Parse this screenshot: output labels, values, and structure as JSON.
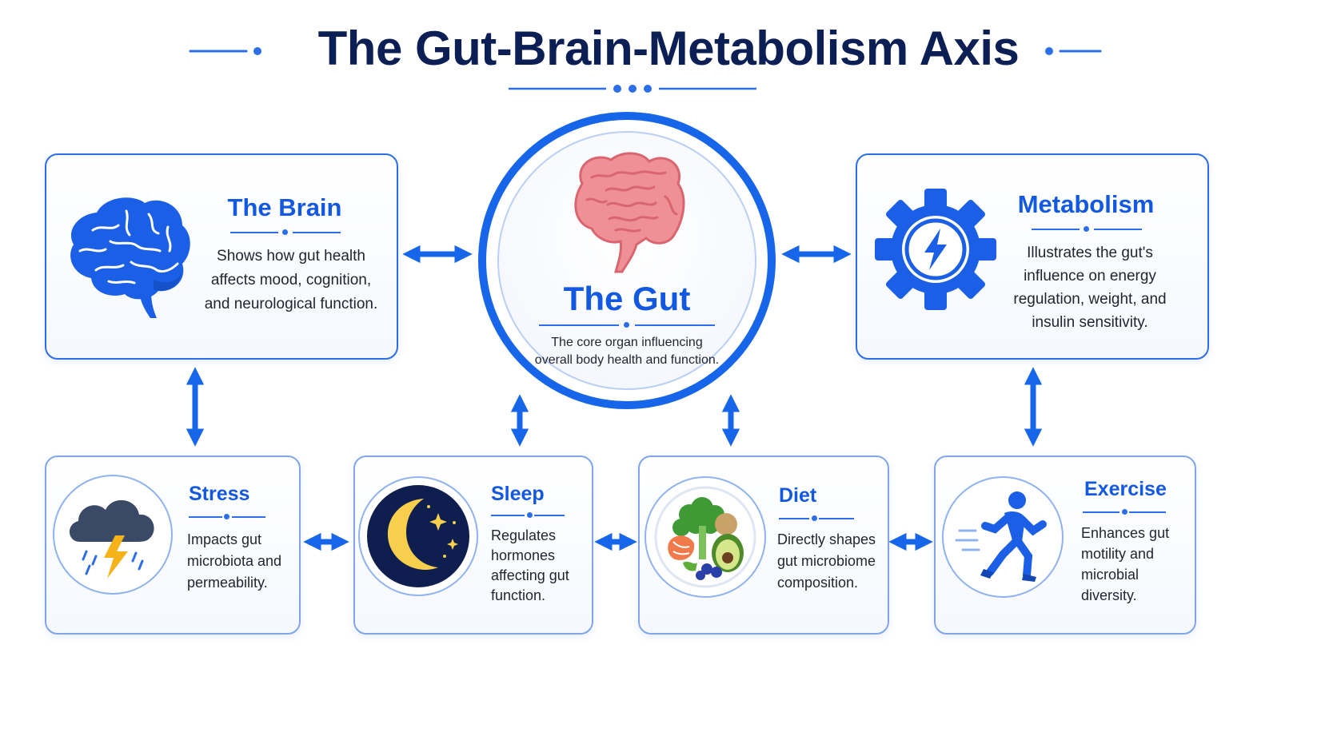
{
  "title": "The Gut-Brain-Metabolism Axis",
  "colors": {
    "accent": "#1766ea",
    "title": "#0b1f55",
    "gut_pink": "#ef8f96",
    "text": "#1f2430"
  },
  "center": {
    "icon": "intestine-icon",
    "title": "The Gut",
    "description": "The core organ influencing overall body health and function."
  },
  "top_cards": [
    {
      "key": "brain",
      "icon": "brain-icon",
      "title": "The Brain",
      "lines": [
        "Shows how gut health",
        "affects mood, cognition,",
        "and neurological function."
      ]
    },
    {
      "key": "metabolism",
      "icon": "gear-lightning-icon",
      "title": "Metabolism",
      "lines": [
        "Illustrates the gut's",
        "influence on energy",
        "regulation, weight, and",
        "insulin sensitivity."
      ]
    }
  ],
  "bottom_cards": [
    {
      "key": "stress",
      "icon": "storm-cloud-icon",
      "title": "Stress",
      "lines": [
        "Impacts gut",
        "microbiota and",
        "permeability."
      ]
    },
    {
      "key": "sleep",
      "icon": "moon-stars-icon",
      "title": "Sleep",
      "lines": [
        "Regulates",
        "hormones",
        "affecting gut",
        "function."
      ]
    },
    {
      "key": "diet",
      "icon": "healthy-food-plate-icon",
      "title": "Diet",
      "lines": [
        "Directly shapes",
        "gut microbiome",
        "composition."
      ]
    },
    {
      "key": "exercise",
      "icon": "runner-icon",
      "title": "Exercise",
      "lines": [
        "Enhances gut",
        "motility and",
        "microbial",
        "diversity."
      ]
    }
  ]
}
